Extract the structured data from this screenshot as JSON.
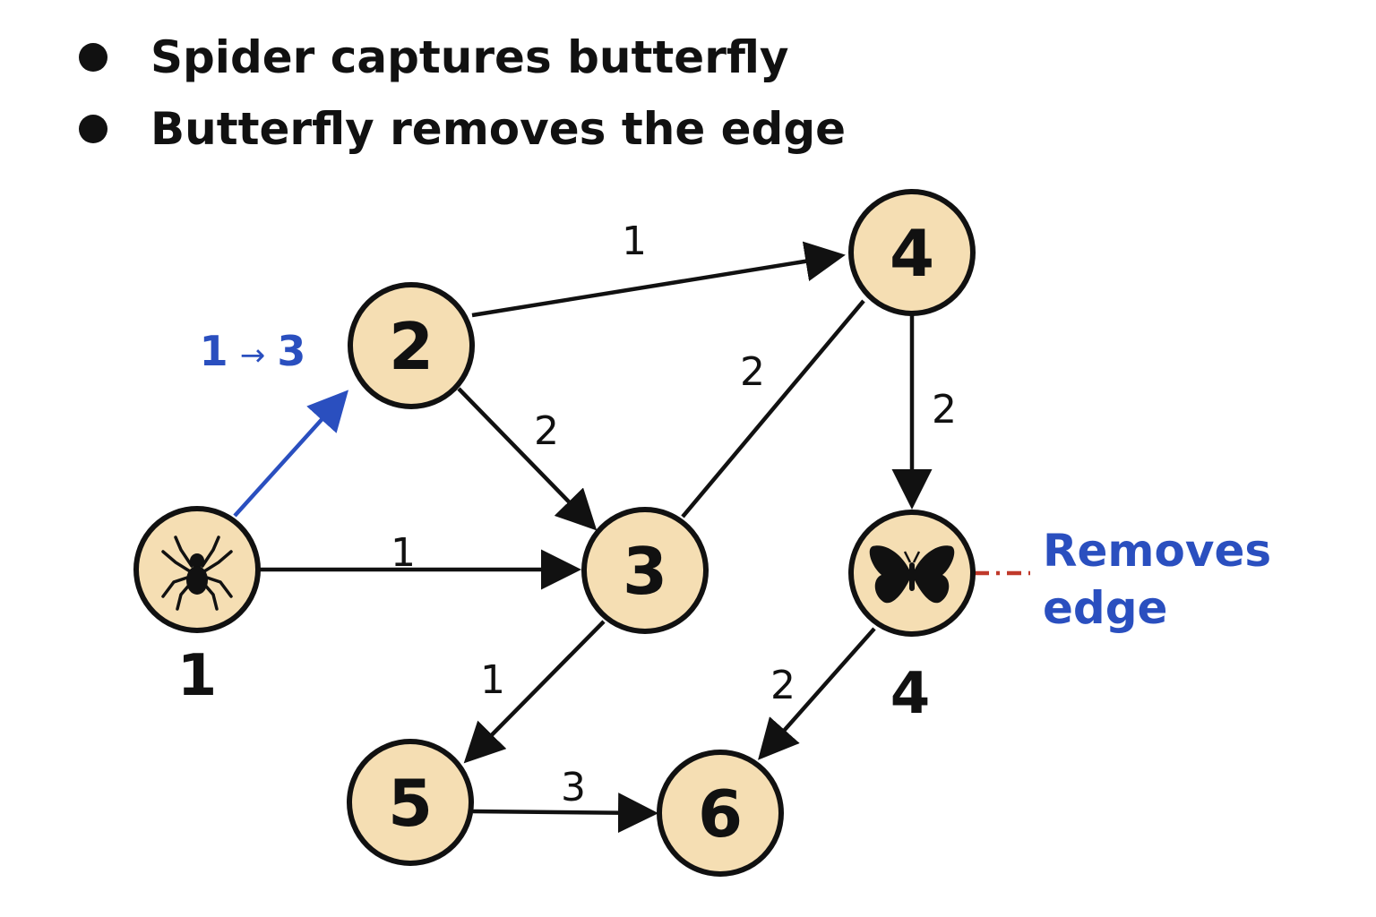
{
  "bullets": [
    {
      "text": "Spider captures butterfly"
    },
    {
      "text": "Butterfly removes the edge"
    }
  ],
  "colors": {
    "node_fill": "#f5deb3",
    "stroke": "#111111",
    "highlight": "#2a4fbf",
    "removed_edge": "#c0392b"
  },
  "nodes": [
    {
      "id": "spider",
      "label": "",
      "icon": "spider-icon",
      "below_label": "1"
    },
    {
      "id": "2",
      "label": "2"
    },
    {
      "id": "3",
      "label": "3"
    },
    {
      "id": "4",
      "label": "4"
    },
    {
      "id": "butterfly",
      "label": "",
      "icon": "butterfly-icon",
      "below_label": "4"
    },
    {
      "id": "5",
      "label": "5"
    },
    {
      "id": "6",
      "label": "6"
    }
  ],
  "edges": [
    {
      "from": "spider",
      "to": "2",
      "weight": "",
      "highlighted": true
    },
    {
      "from": "spider",
      "to": "3",
      "weight": "1"
    },
    {
      "from": "2",
      "to": "3",
      "weight": "2"
    },
    {
      "from": "2",
      "to": "4",
      "weight": "1"
    },
    {
      "from": "3",
      "to": "4",
      "weight": "2",
      "directed": false
    },
    {
      "from": "4",
      "to": "butterfly",
      "weight": "2"
    },
    {
      "from": "3",
      "to": "5",
      "weight": "1"
    },
    {
      "from": "butterfly",
      "to": "6",
      "weight": "2"
    },
    {
      "from": "5",
      "to": "6",
      "weight": "3"
    }
  ],
  "annotations": {
    "spider_move": {
      "from": "1",
      "arrow": "→",
      "to": "3"
    },
    "removes_edge": {
      "line1": "Removes",
      "line2": "edge"
    }
  }
}
